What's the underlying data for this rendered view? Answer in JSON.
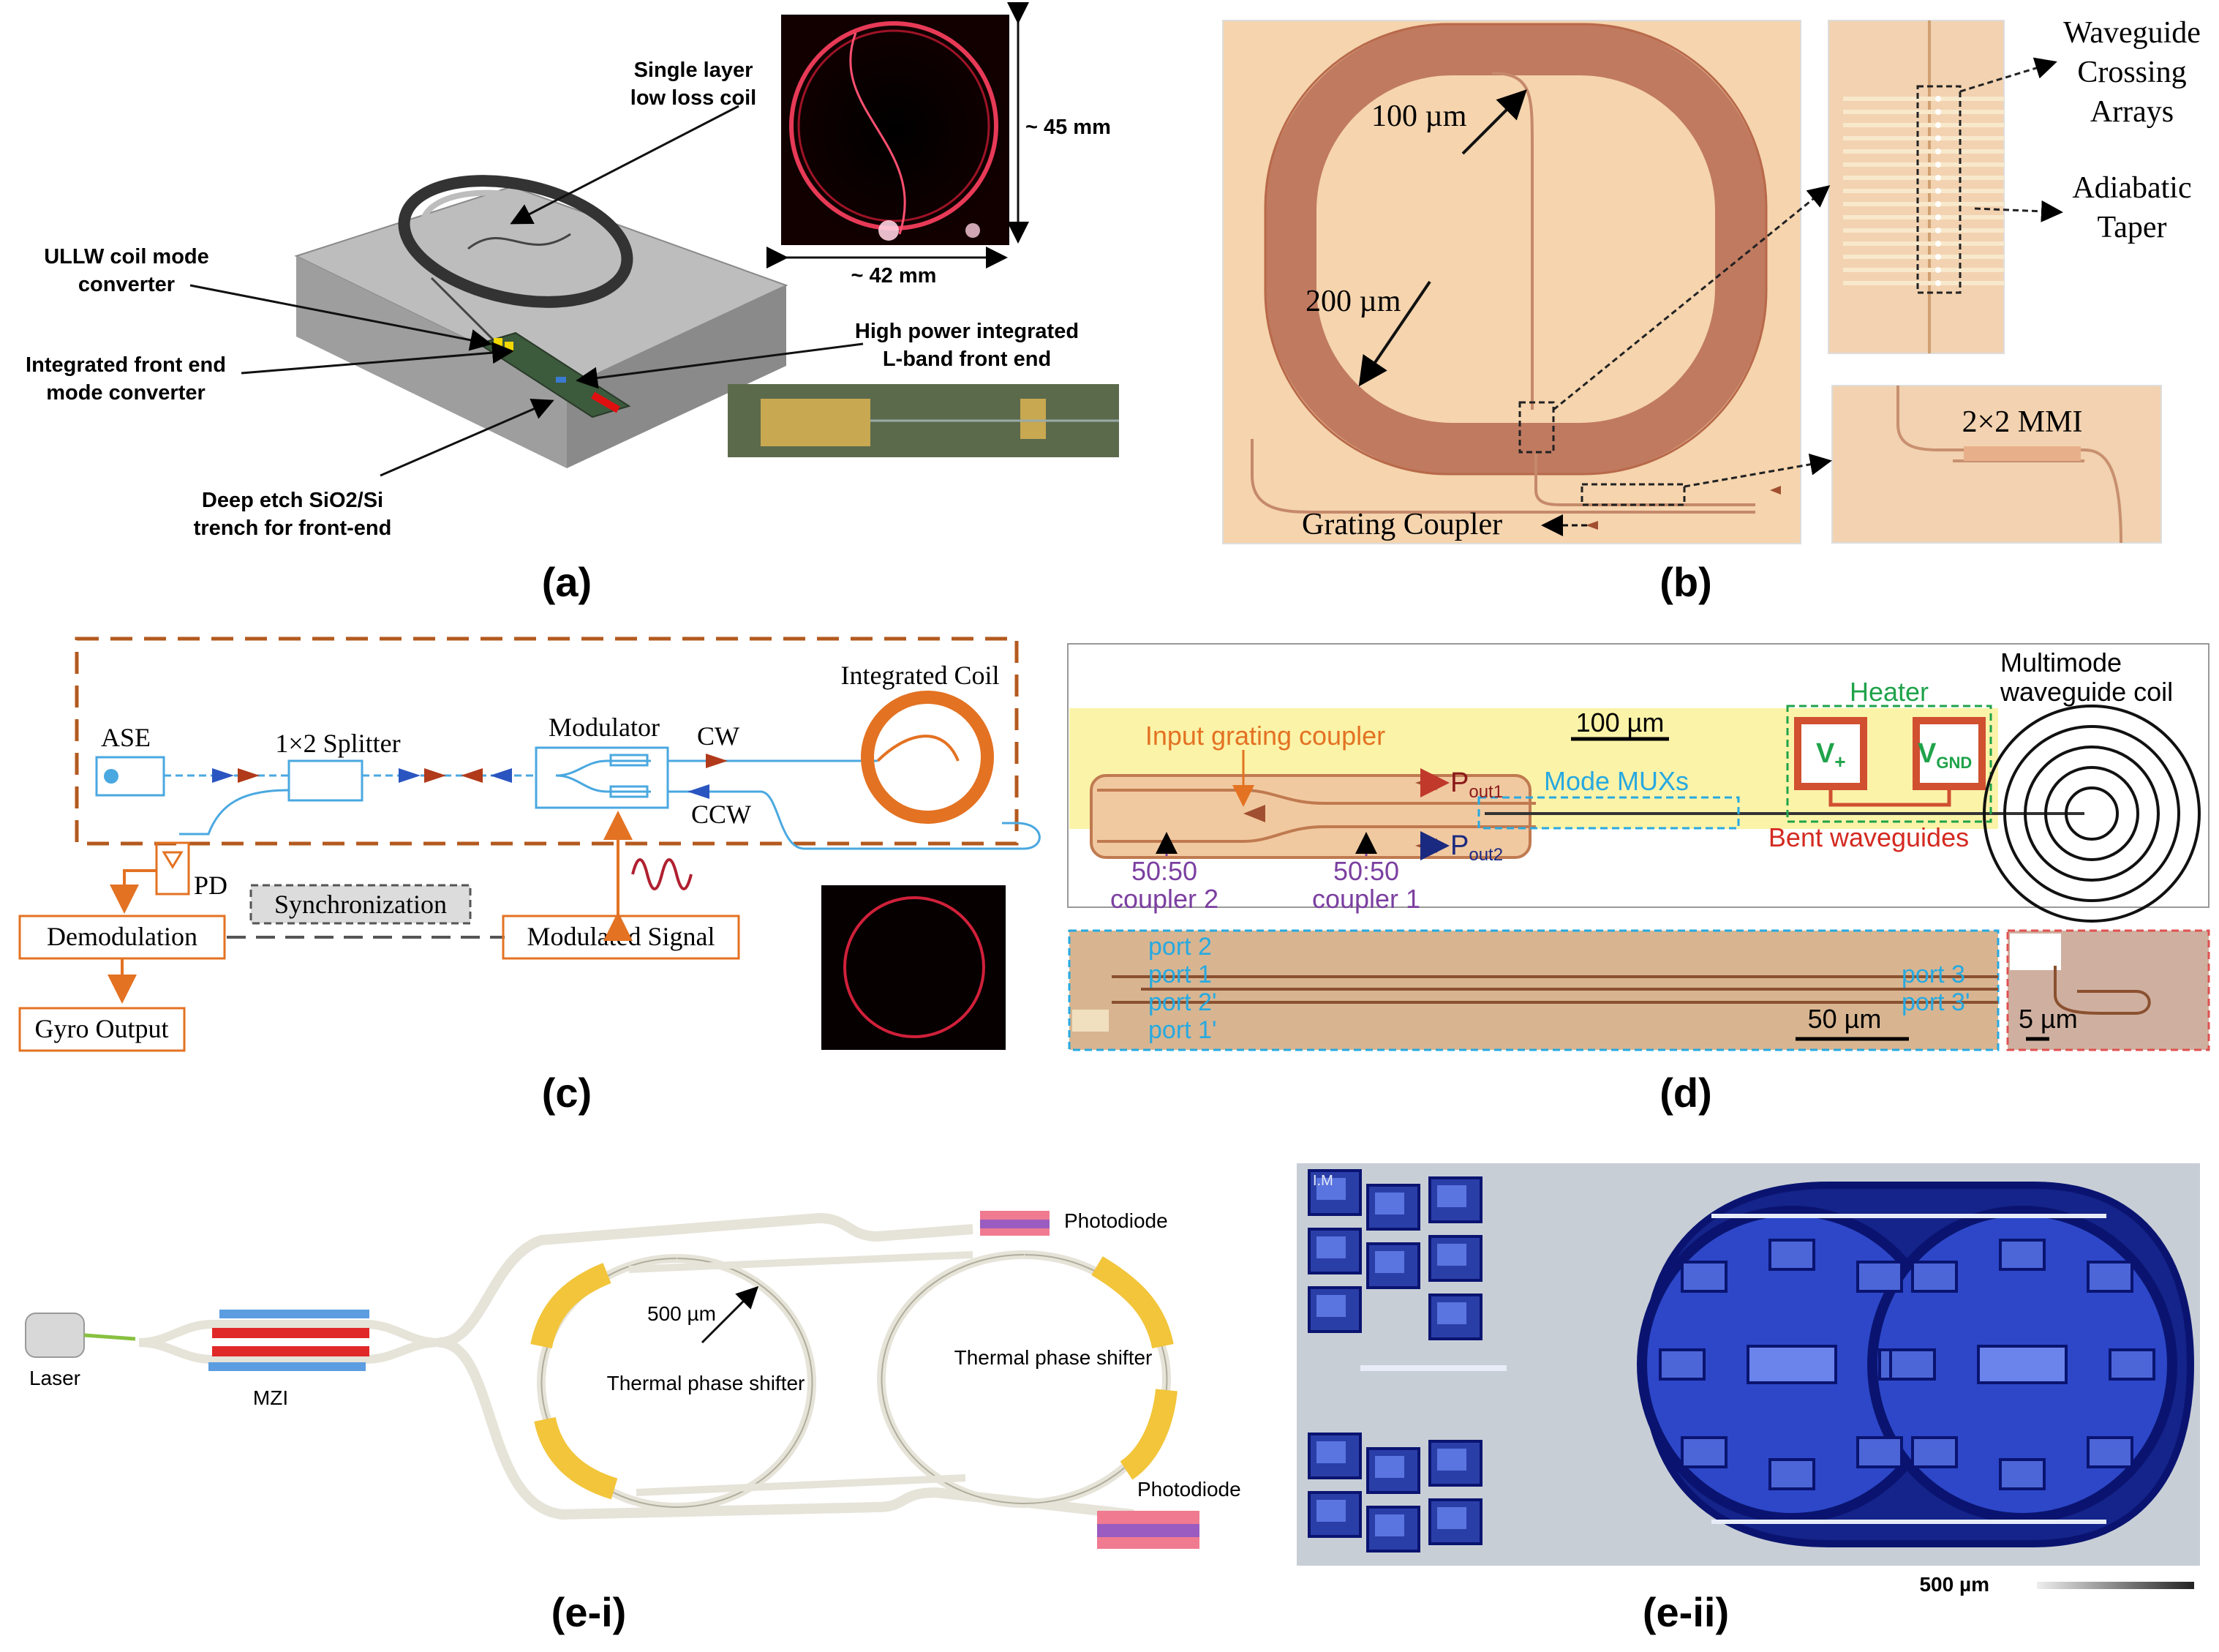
{
  "panel_a": {
    "caption": "(a)",
    "single_layer": [
      "Single layer",
      "low loss coil"
    ],
    "ullw": [
      "ULLW coil mode",
      "converter"
    ],
    "front_end_mc": [
      "Integrated front end",
      "mode converter"
    ],
    "deep_etch": [
      "Deep etch SiO2/Si",
      "trench for front-end"
    ],
    "high_power": [
      "High power integrated",
      "L-band front end"
    ],
    "dim_45": "~ 45 mm",
    "dim_42": "~ 42 mm"
  },
  "panel_b": {
    "caption": "(b)",
    "r100": "100 µm",
    "r200": "200 µm",
    "grating": "Grating Coupler",
    "crossing": [
      "Waveguide",
      "Crossing",
      "Arrays"
    ],
    "taper": [
      "Adiabatic",
      "Taper"
    ],
    "mmi": "2×2 MMI"
  },
  "panel_c": {
    "caption": "(c)",
    "ase": "ASE",
    "splitter": "1×2 Splitter",
    "modulator": "Modulator",
    "cw": "CW",
    "ccw": "CCW",
    "coil": "Integrated Coil",
    "pd": "PD",
    "sync": "Synchronization",
    "demod": "Demodulation",
    "mod_signal": "Modulated Signal",
    "gyro": "Gyro Output"
  },
  "panel_d": {
    "caption": "(d)",
    "coil": [
      "Multimode",
      "waveguide coil"
    ],
    "heater": "Heater",
    "scale_100": "100 µm",
    "input_gc": "Input grating coupler",
    "mode_muxs": "Mode MUXs",
    "bent": "Bent waveguides",
    "pout1": "P",
    "pout1_sub": "out1",
    "pout2": "P",
    "pout2_sub": "out2",
    "vplus": "V",
    "vplus_sub": "+",
    "vgnd": "V",
    "vgnd_sub": "GND",
    "coupler2": [
      "50:50",
      "coupler 2"
    ],
    "coupler1": [
      "50:50",
      "coupler 1"
    ],
    "ports_left": [
      "port 2",
      "port 1",
      "port 2'",
      "port 1'"
    ],
    "ports_right": [
      "port 3",
      "port 3'"
    ],
    "scale_50": "50 µm",
    "scale_5": "5 µm"
  },
  "panel_ei": {
    "caption": "(e-i)",
    "laser": "Laser",
    "mzi": "MZI",
    "r500": "500 µm",
    "tps1": "Thermal phase shifter",
    "tps2": "Thermal phase shifter",
    "pd_top": "Photodiode",
    "pd_bottom": "Photodiode"
  },
  "panel_eii": {
    "caption": "(e-ii)",
    "scale": "500 µm",
    "chip_label": "I.M"
  },
  "colors": {
    "orange": "#e37222",
    "blue": "#4aa8e0",
    "purple": "#7b3fa0",
    "cyan": "#27a9e1",
    "green": "#1fa34a",
    "red": "#d42a20",
    "chip_bg": "#f5d9b8",
    "coil_brown": "#b8694a",
    "yellow_hl": "#fbf3a8",
    "navy": "#0a1a70"
  }
}
